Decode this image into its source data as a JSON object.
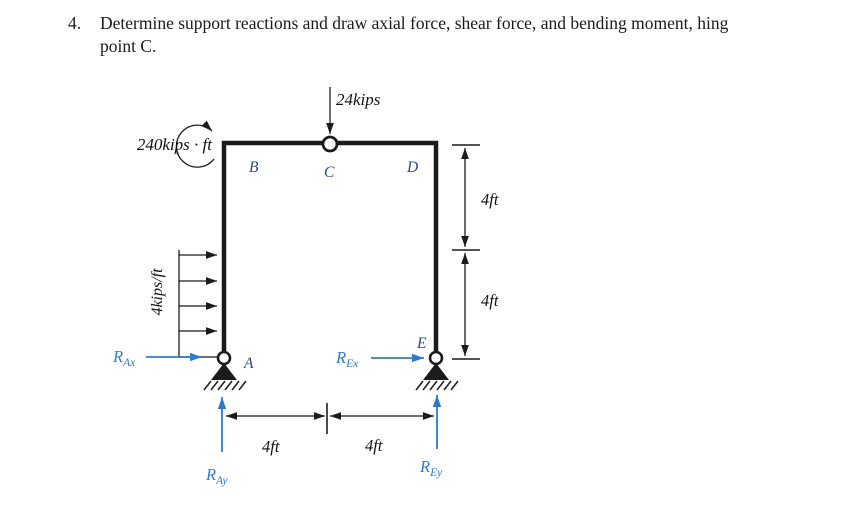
{
  "problem": {
    "number": "4.",
    "statement_line1": "Determine support reactions and draw axial force, shear force, and bending moment, hing",
    "statement_line2": "point C."
  },
  "diagram": {
    "loads": {
      "point_load_label": "24kips",
      "moment_label": "240kips · ft",
      "distributed_load_label": "4kips/ft"
    },
    "points": {
      "A": "A",
      "B": "B",
      "C": "C",
      "D": "D",
      "E": "E"
    },
    "reactions": {
      "rax": {
        "base": "R",
        "sub": "Ax"
      },
      "rex": {
        "base": "R",
        "sub": "Ex"
      },
      "ray": {
        "base": "R",
        "sub": "Ay"
      },
      "rey": {
        "base": "R",
        "sub": "Ey"
      }
    },
    "dimensions": {
      "right_upper": "4ft",
      "right_lower": "4ft",
      "bottom_left": "4ft",
      "bottom_right": "4ft"
    },
    "colors": {
      "frame": "#1b1b1b",
      "reaction": "#2b7bd0",
      "point_label": "#2b4a87"
    }
  }
}
